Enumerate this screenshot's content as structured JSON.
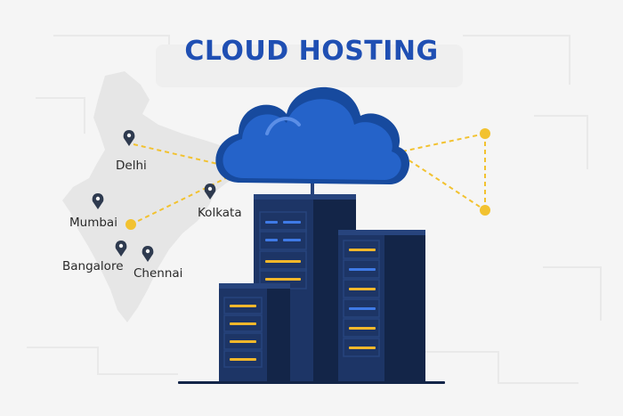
{
  "title": "CLOUD HOSTING",
  "colors": {
    "title": "#1f4fb3",
    "cloud": "#2563c9",
    "cloud_dark": "#174a9e",
    "server_body": "#1d3566",
    "server_dark": "#132548",
    "server_light": "#27447d",
    "led_yellow": "#f3b72b",
    "led_blue": "#3f7ae6",
    "connector": "#f2c230",
    "map_fill": "#e6e6e6",
    "pin": "#2e3a4f",
    "background": "#f5f5f5"
  },
  "cities": [
    {
      "id": "delhi",
      "label": "Delhi"
    },
    {
      "id": "mumbai",
      "label": "Mumbai"
    },
    {
      "id": "kolkata",
      "label": "Kolkata"
    },
    {
      "id": "bangalore",
      "label": "Bangalore"
    },
    {
      "id": "chennai",
      "label": "Chennai"
    }
  ],
  "icons": {
    "cloud": "cloud-icon",
    "server_rack": "server-rack-icon",
    "location_pin": "map-pin-icon"
  }
}
